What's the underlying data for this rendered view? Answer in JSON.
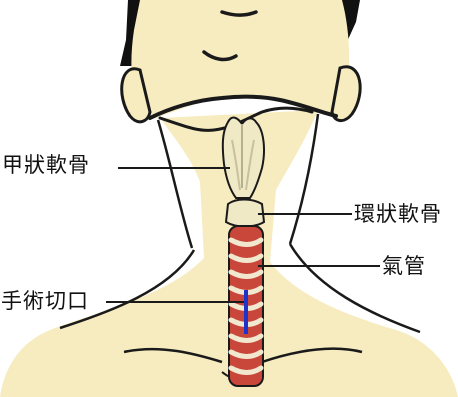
{
  "labels": {
    "thyroid_cartilage": "甲狀軟骨",
    "cricoid_cartilage": "環狀軟骨",
    "trachea": "氣管",
    "incision_site": "手術切口"
  },
  "colors": {
    "skin": "#f7ecc0",
    "hair": "#111111",
    "outline": "#1a1a1a",
    "cartilage": "#efe9c6",
    "trachea_ring": "#c9473a",
    "trachea_light": "#f1e9cf",
    "incision_line": "#1f33c8",
    "label_text": "#111111",
    "background": "#ffffff"
  },
  "icons": {
    "figure": "neck-anatomy-illustration"
  }
}
